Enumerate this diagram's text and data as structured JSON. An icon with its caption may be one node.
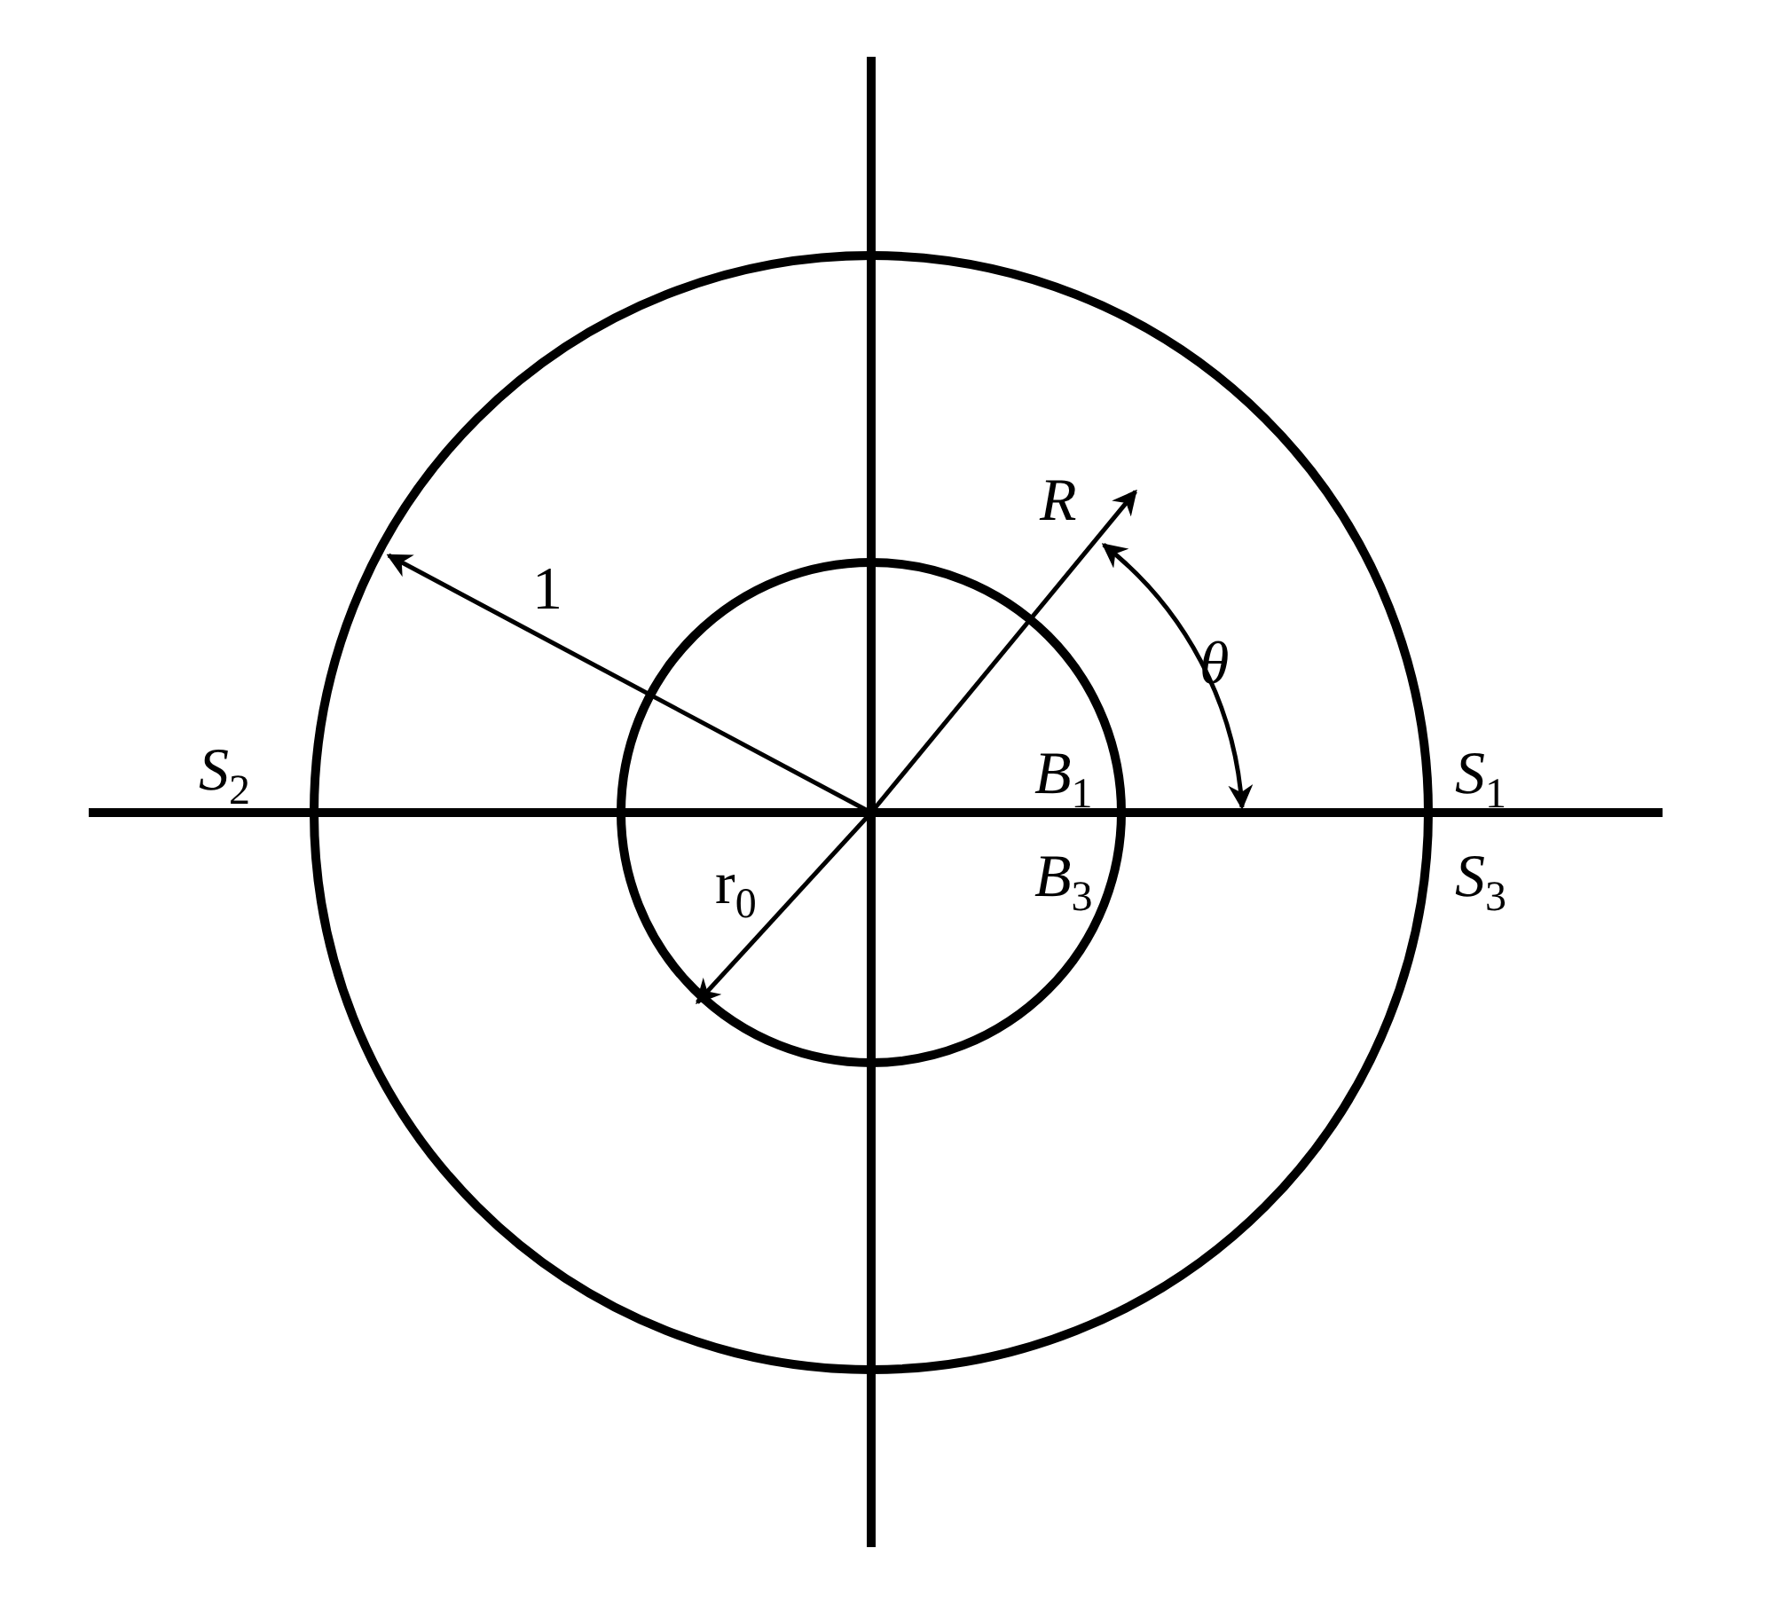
{
  "diagram": {
    "labels": [
      "1",
      "R",
      "θ",
      "S$_{2}$",
      "B$_{1}$",
      "S$_{1}$",
      "r$_{0}$",
      "B$_{3}$",
      "S$_{3}$"
    ]
  }
}
